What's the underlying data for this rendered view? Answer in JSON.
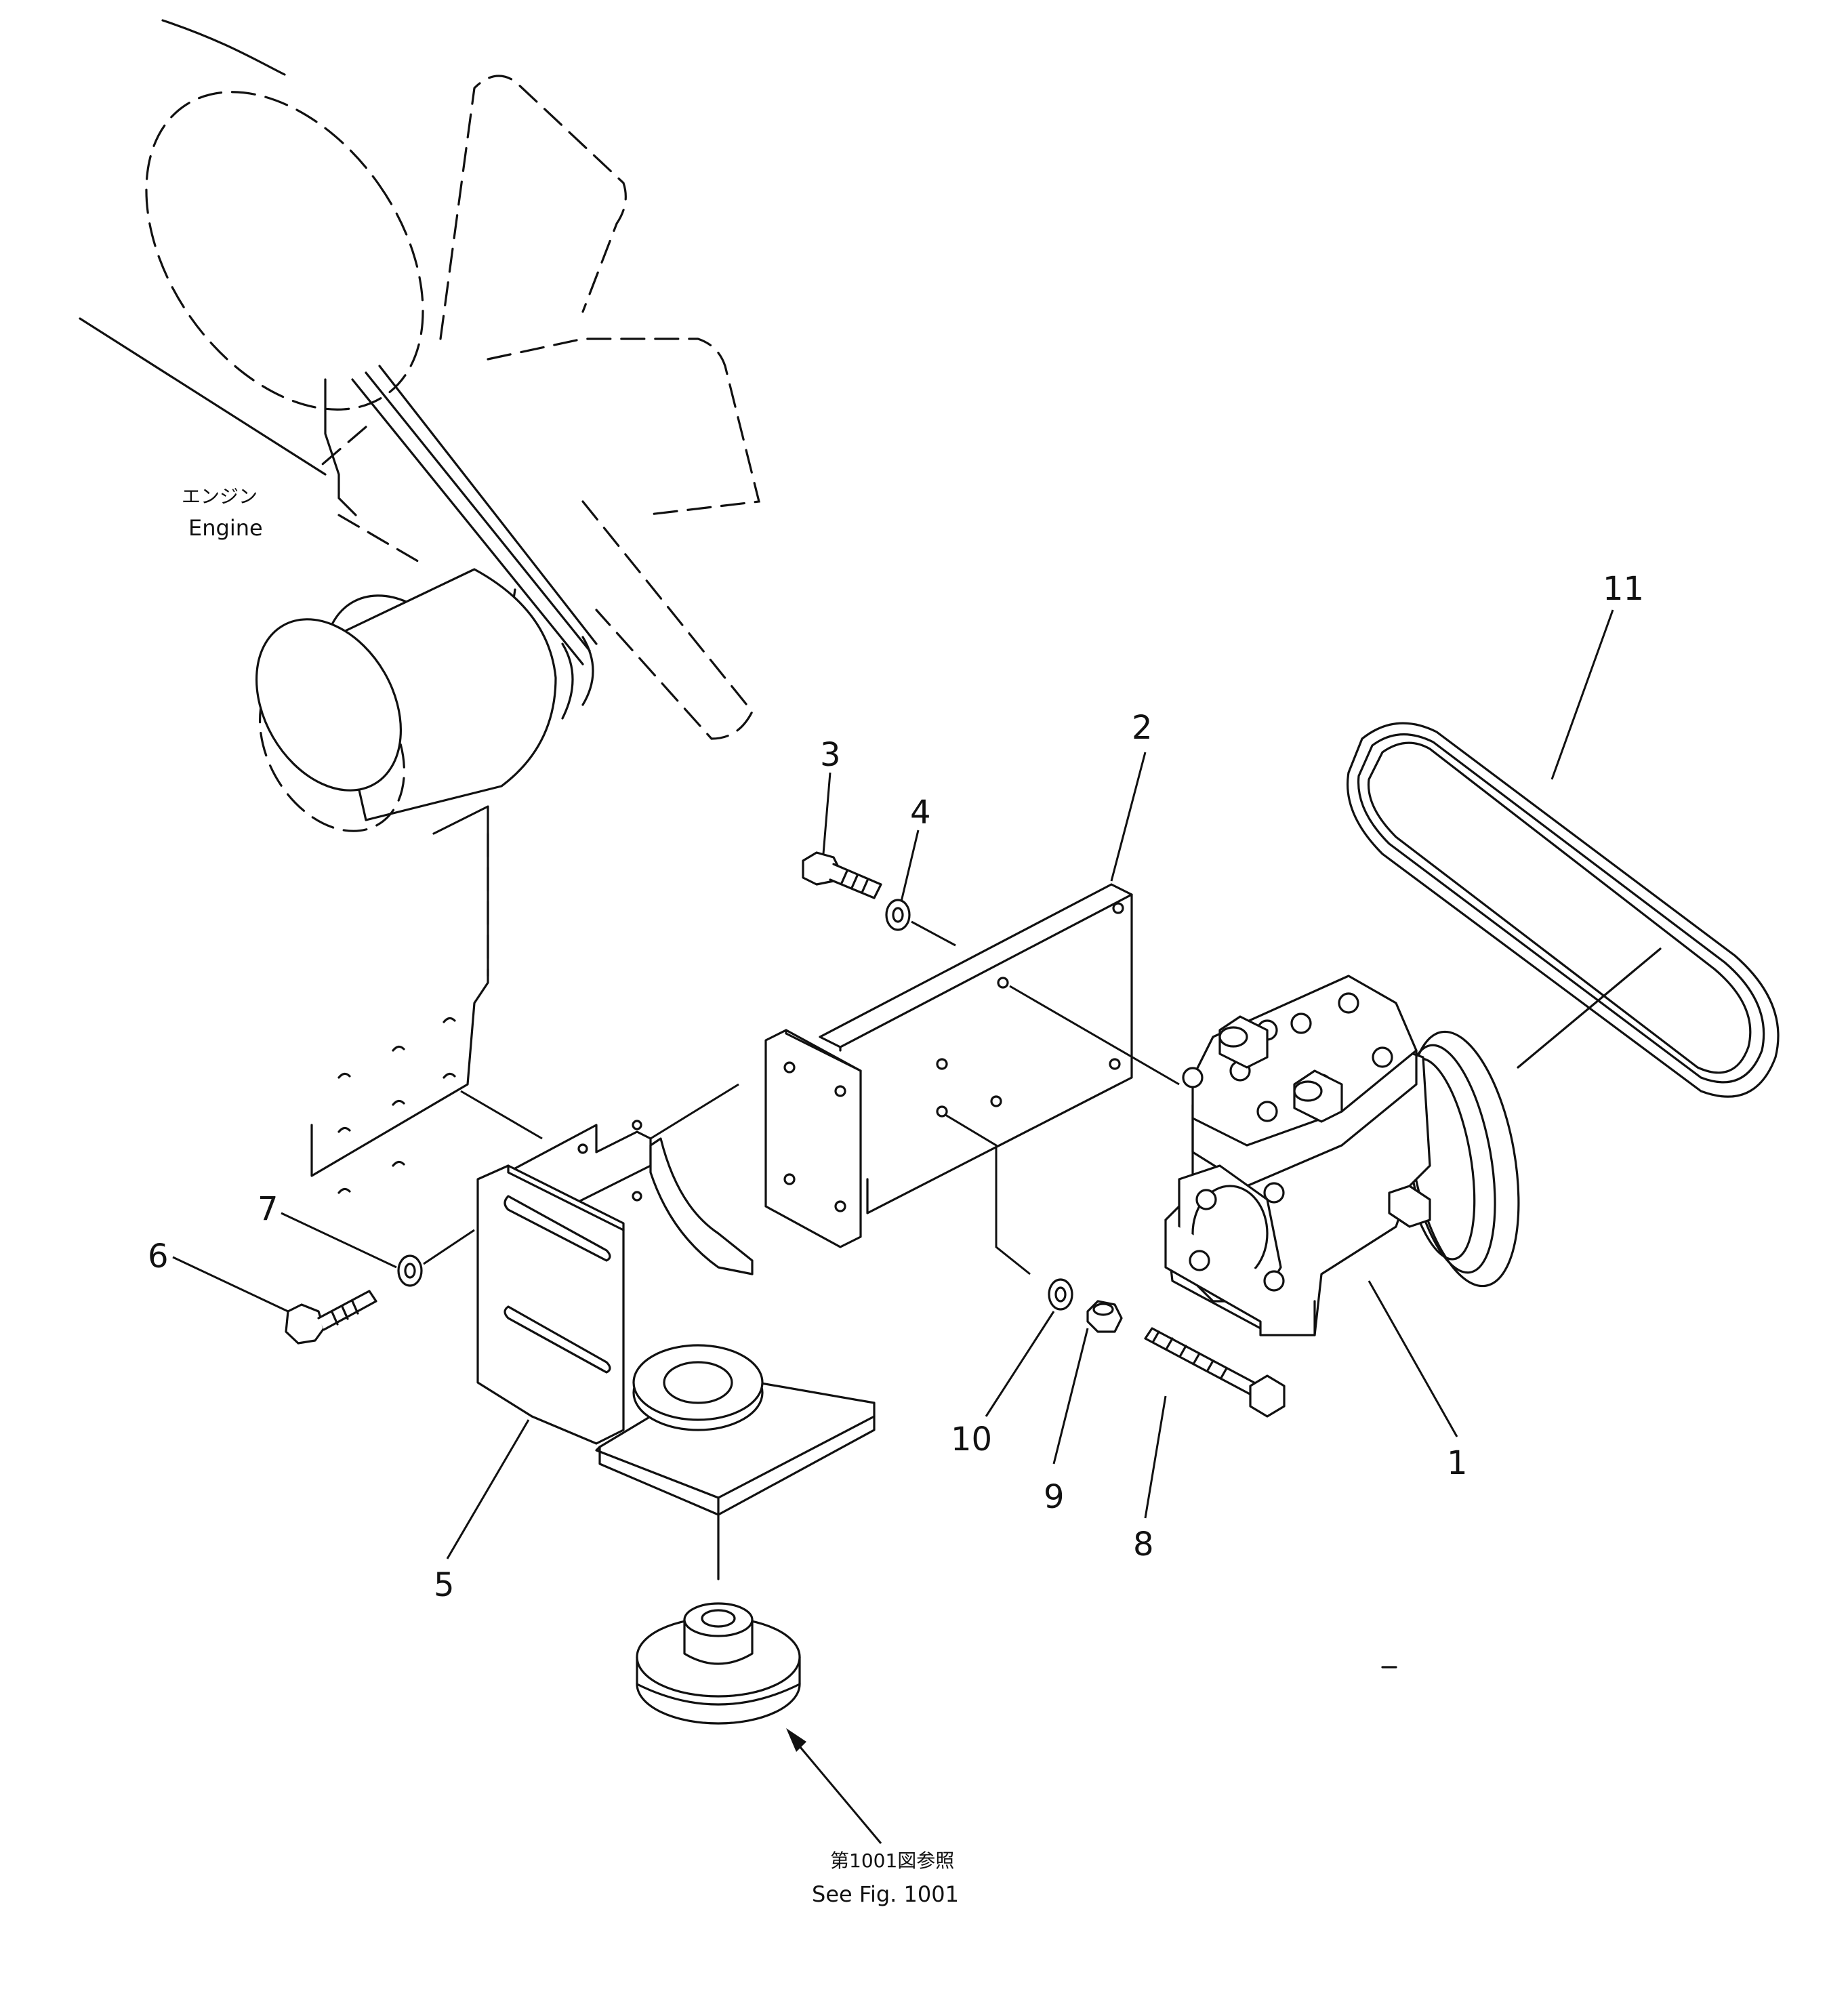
{
  "labels": {
    "engine_jp": "エンジン",
    "engine_en": "Engine",
    "ref_jp": "第1001図参照",
    "ref_en": "See Fig. 1001"
  },
  "callouts": [
    "1",
    "2",
    "3",
    "4",
    "5",
    "6",
    "7",
    "8",
    "9",
    "10",
    "11"
  ],
  "icons": {
    "engine": "engine-outline-icon",
    "fan": "fan-blade-icon",
    "compressor": "ac-compressor-icon",
    "belt": "v-belt-icon",
    "bracket": "mounting-bracket-icon"
  }
}
